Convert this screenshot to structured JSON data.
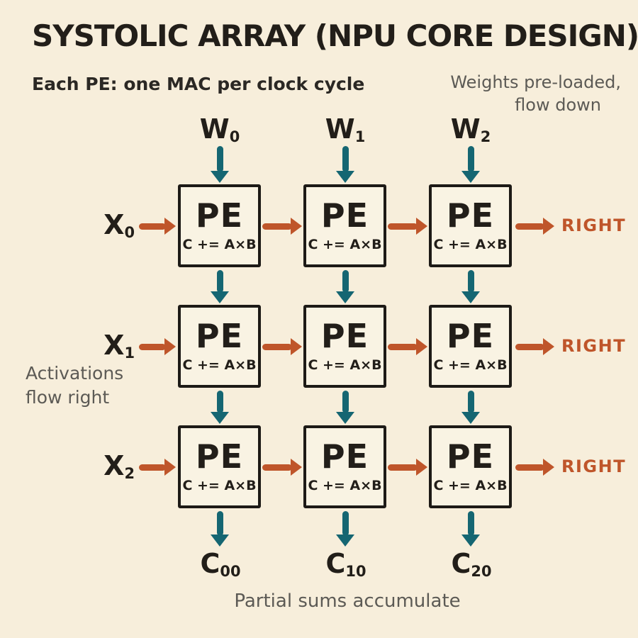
{
  "title": "SYSTOLIC ARRAY (NPU CORE DESIGN)",
  "subtitle": "Each PE: one MAC per clock cycle",
  "notes": {
    "weights_line1": "Weights pre-loaded,",
    "weights_line2": "flow down",
    "activations_line1": "Activations",
    "activations_line2": "flow right",
    "partial_sums": "Partial sums accumulate"
  },
  "pe": {
    "label": "PE",
    "formula": "C += A×B"
  },
  "inputs_w": [
    {
      "base": "W",
      "sub": "0"
    },
    {
      "base": "W",
      "sub": "1"
    },
    {
      "base": "W",
      "sub": "2"
    }
  ],
  "inputs_x": [
    {
      "base": "X",
      "sub": "0"
    },
    {
      "base": "X",
      "sub": "1"
    },
    {
      "base": "X",
      "sub": "2"
    }
  ],
  "outputs_c": [
    {
      "base": "C",
      "sub": "00"
    },
    {
      "base": "C",
      "sub": "10"
    },
    {
      "base": "C",
      "sub": "20"
    }
  ],
  "right_label": "RIGHT",
  "colors": {
    "background": "#f7eedb",
    "box_fill": "#f9f3e3",
    "box_border": "#1d1a16",
    "ink": "#221e19",
    "gray": "#5c5a55",
    "weight_arrow": "#156672",
    "activation_arrow": "#bf552a"
  }
}
